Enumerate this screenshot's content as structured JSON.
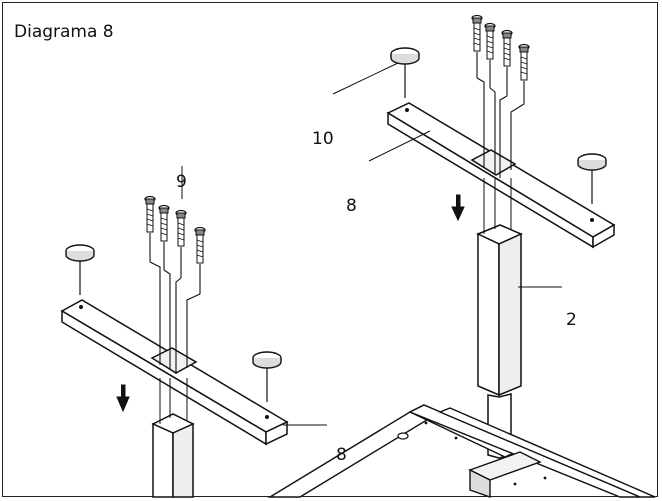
{
  "title": "Diagrama 8",
  "labels": {
    "ten": "10",
    "eight_top": "8",
    "nine": "9",
    "two": "2",
    "eight_bottom": "8"
  },
  "colors": {
    "line": "#111111",
    "hatch": "#555555"
  },
  "icons": [
    "arrow-down-icon",
    "arrow-down-icon"
  ]
}
